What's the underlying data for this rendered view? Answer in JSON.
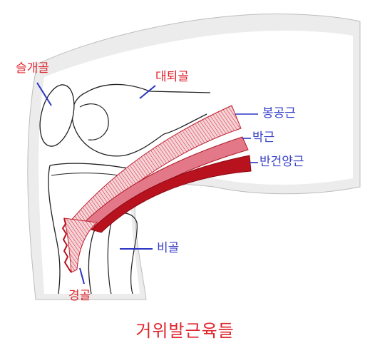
{
  "title": "거위발근육들",
  "labels": {
    "patella": "슬개골",
    "femur": "대퇴골",
    "sartorius": "봉공근",
    "gracilis": "박근",
    "semitendinosus": "반건양근",
    "fibula": "비골",
    "tibia": "경골"
  },
  "colors": {
    "label_red": "#e0242c",
    "label_blue": "#3840c8",
    "muscle_dark": "#b8121e",
    "muscle_light": "#e8a0a8",
    "skin_shadow": "#e2e2e2",
    "bone_line": "#222222"
  }
}
